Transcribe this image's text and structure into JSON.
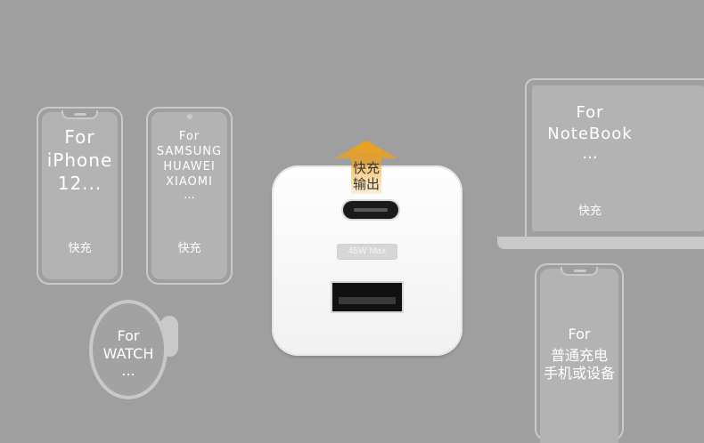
{
  "iphone": {
    "line1": "For",
    "line2": "iPhone",
    "line3": "12...",
    "fast": "快充"
  },
  "android": {
    "line1": "For",
    "line2": "SAMSUNG",
    "line3": "HUAWEI",
    "line4": "XIAOMI",
    "line5": "...",
    "fast": "快充"
  },
  "watch": {
    "line1": "For",
    "line2": "WATCH",
    "line3": "..."
  },
  "charger": {
    "arrow_line1": "快充",
    "arrow_line2": "输出",
    "badge": "45W Max",
    "arrow_color": "#f3a112"
  },
  "notebook": {
    "line1": "For",
    "line2": "NoteBook",
    "line3": "...",
    "fast": "快充"
  },
  "general": {
    "line1": "For",
    "line2": "普通充电",
    "line3": "手机或设备"
  }
}
